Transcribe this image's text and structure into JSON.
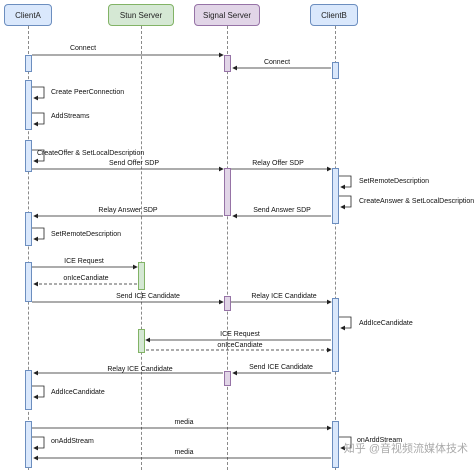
{
  "colors": {
    "client_fill": "#dae8fc",
    "client_stroke": "#6c8ebf",
    "stun_fill": "#d5e8d4",
    "stun_stroke": "#82b366",
    "signal_fill": "#e1d5e7",
    "signal_stroke": "#9673a6",
    "arrow": "#222222"
  },
  "participants": {
    "client_a": "ClientA",
    "stun": "Stun Server",
    "signal": "Signal Server",
    "client_b": "ClientB"
  },
  "messages": [
    {
      "label": "Connect",
      "from": "A",
      "to": "Sig",
      "type": "solid"
    },
    {
      "label": "Connect",
      "from": "B",
      "to": "Sig",
      "type": "solid"
    },
    {
      "label": "Create PeerConnection",
      "from": "A",
      "to": "A",
      "type": "self"
    },
    {
      "label": "AddStreams",
      "from": "A",
      "to": "A",
      "type": "self"
    },
    {
      "label": "CreateOffer & SetLocalDescription",
      "from": "A",
      "to": "A",
      "type": "self"
    },
    {
      "label": "Send Offer SDP",
      "from": "A",
      "to": "Sig",
      "type": "solid"
    },
    {
      "label": "Relay Offer SDP",
      "from": "Sig",
      "to": "B",
      "type": "solid"
    },
    {
      "label": "SetRemoteDescription",
      "from": "B",
      "to": "B",
      "type": "self"
    },
    {
      "label": "CreateAnswer & SetLocalDescription",
      "from": "B",
      "to": "B",
      "type": "self"
    },
    {
      "label": "Send Answer SDP",
      "from": "B",
      "to": "Sig",
      "type": "solid"
    },
    {
      "label": "Relay Answer SDP",
      "from": "Sig",
      "to": "A",
      "type": "solid"
    },
    {
      "label": "SetRemoteDescription",
      "from": "A",
      "to": "A",
      "type": "self"
    },
    {
      "label": "ICE Request",
      "from": "A",
      "to": "Stun",
      "type": "solid"
    },
    {
      "label": "onIceCandiate",
      "from": "Stun",
      "to": "A",
      "type": "dashed"
    },
    {
      "label": "Send ICE Candidate",
      "from": "A",
      "to": "Sig",
      "type": "solid"
    },
    {
      "label": "Relay ICE Candidate",
      "from": "Sig",
      "to": "B",
      "type": "solid"
    },
    {
      "label": "AddIceCandidate",
      "from": "B",
      "to": "B",
      "type": "self"
    },
    {
      "label": "ICE Request",
      "from": "B",
      "to": "Stun",
      "type": "solid"
    },
    {
      "label": "onIceCandiate",
      "from": "Stun",
      "to": "B",
      "type": "dashed"
    },
    {
      "label": "Send ICE Candidate",
      "from": "B",
      "to": "Sig",
      "type": "solid"
    },
    {
      "label": "Relay ICE Candidate",
      "from": "Sig",
      "to": "A",
      "type": "solid"
    },
    {
      "label": "AddIceCandidate",
      "from": "A",
      "to": "A",
      "type": "self"
    },
    {
      "label": "media",
      "from": "A",
      "to": "B",
      "type": "solid"
    },
    {
      "label": "onAddStream",
      "from": "A",
      "to": "A",
      "type": "self"
    },
    {
      "label": "onArddStream",
      "from": "B",
      "to": "B",
      "type": "self"
    },
    {
      "label": "media",
      "from": "B",
      "to": "A",
      "type": "solid"
    }
  ],
  "watermark": "知乎 @音视频流媒体技术"
}
